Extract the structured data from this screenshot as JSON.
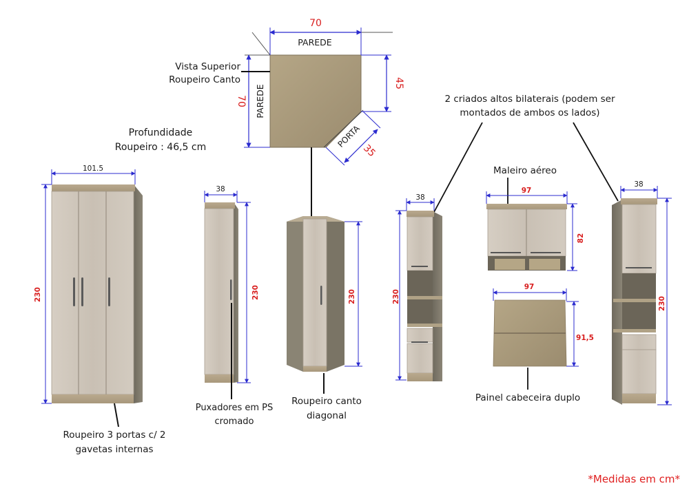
{
  "top_view": {
    "label_line1": "Vista Superior",
    "label_line2": "Roupeiro Canto",
    "wall_top": "PAREDE",
    "wall_left": "PAREDE",
    "door": "PORTA",
    "dim_top": "70",
    "dim_left": "70",
    "dim_right": "45",
    "dim_diag": "35"
  },
  "depth": {
    "line1": "Profundidade",
    "line2": "Roupeiro : 46,5 cm"
  },
  "wardrobe3": {
    "width": "101.5",
    "height": "230",
    "label_line1": "Roupeiro 3 portas c/ 2",
    "label_line2": "gavetas internas"
  },
  "narrow": {
    "width": "38",
    "height": "230",
    "label_line1": "Puxadores em PS",
    "label_line2": "cromado"
  },
  "corner": {
    "height": "230",
    "label_line1": "Roupeiro canto",
    "label_line2": "diagonal"
  },
  "nightstands": {
    "label_line1": "2 criados altos bilaterais (podem ser",
    "label_line2": "montados de ambos os lados)"
  },
  "left_tall": {
    "width": "38",
    "height": "230"
  },
  "right_tall": {
    "width": "38",
    "height": "230"
  },
  "cabinet": {
    "label": "Maleiro aéreo",
    "width": "97",
    "height": "82"
  },
  "headboard": {
    "label": "Painel cabeceira duplo",
    "width": "97",
    "height": "91,5"
  },
  "footnote": "*Medidas em cm*",
  "colors": {
    "dim_line": "#2b2bcf",
    "dim_text": "#d81e1e",
    "wood_dark": "#7c7668",
    "wood_light": "#cfc7bc",
    "wood_top": "#c4ad8a"
  }
}
